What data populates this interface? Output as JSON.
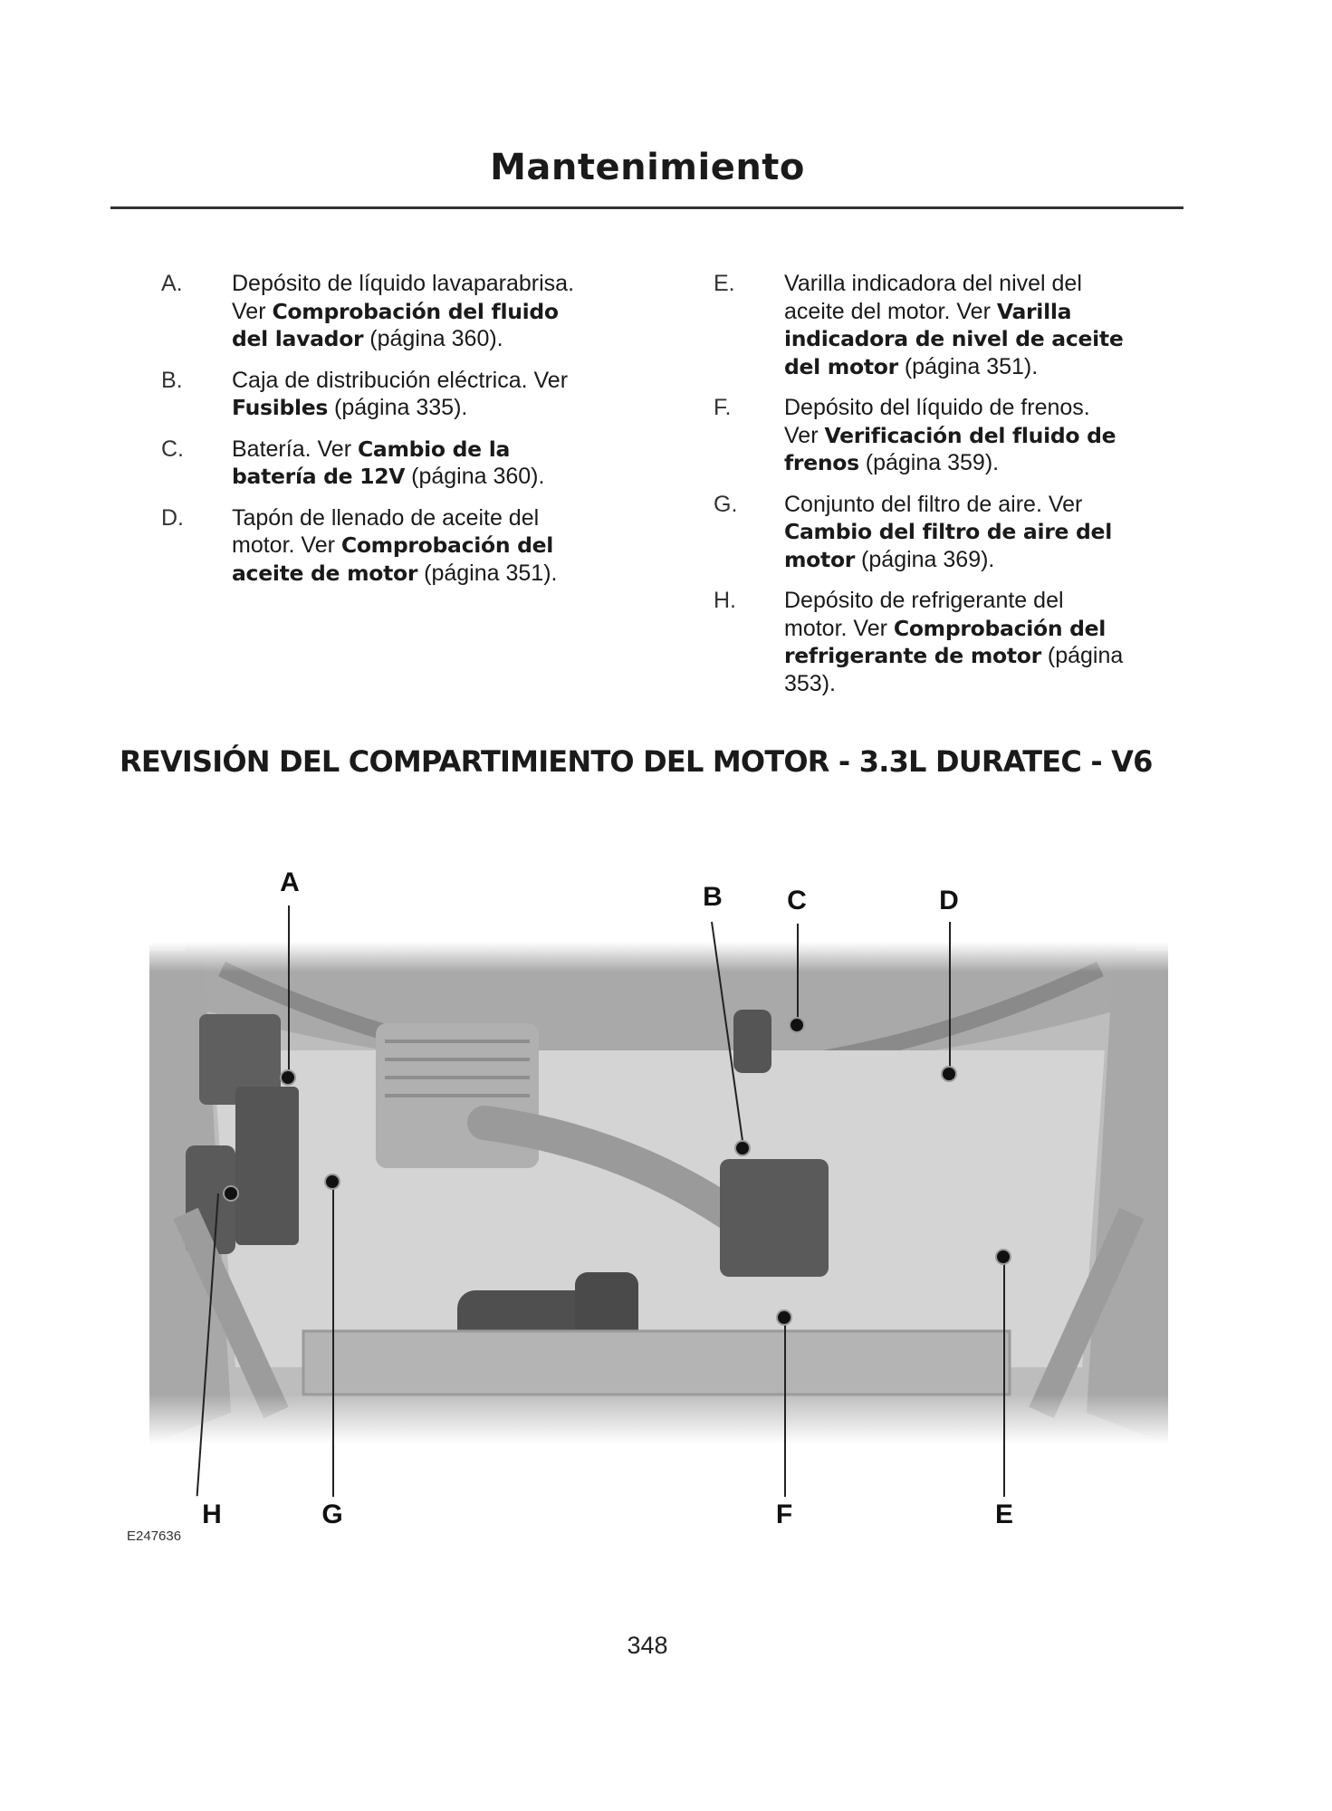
{
  "header": {
    "title": "Mantenimiento"
  },
  "legend": {
    "left": [
      {
        "letter": "A.",
        "text": "Depósito de líquido lavaparabrisa.  Ver ",
        "bold": "Comprobación del fluido del lavador",
        "tail": " (página 360)."
      },
      {
        "letter": "B.",
        "text": "Caja de distribución eléctrica. Ver ",
        "bold": "Fusibles",
        "tail": " (página 335)."
      },
      {
        "letter": "C.",
        "text": "Batería. Ver ",
        "bold": "Cambio de la batería de 12V",
        "tail": "  (página 360)."
      },
      {
        "letter": "D.",
        "text": "Tapón de llenado de aceite del motor. Ver ",
        "bold": "Comprobación del aceite de motor",
        "tail": " (página 351)."
      }
    ],
    "right": [
      {
        "letter": "E.",
        "text": "Varilla indicadora del nivel del aceite del motor. Ver ",
        "bold": "Varilla indicadora de nivel de aceite del motor",
        "tail": " (página 351)."
      },
      {
        "letter": "F.",
        "text": "Depósito del líquido de frenos. Ver ",
        "bold": "Verificación del fluido de frenos",
        "tail": " (página 359)."
      },
      {
        "letter": "G.",
        "text": "Conjunto del filtro de aire.  Ver ",
        "bold": "Cambio del filtro de aire del motor",
        "tail": "  (página 369)."
      },
      {
        "letter": "H.",
        "text": "Depósito de refrigerante del motor. Ver ",
        "bold": "Comprobación del refrigerante de motor",
        "tail": " (página 353)."
      }
    ]
  },
  "section": {
    "heading": "REVISIÓN DEL COMPARTIMIENTO DEL MOTOR - 3.3L DURATEC - V6"
  },
  "figure": {
    "description": "Engine compartment illustration with callouts",
    "callouts": {
      "A": "A",
      "B": "B",
      "C": "C",
      "D": "D",
      "E": "E",
      "F": "F",
      "G": "G",
      "H": "H"
    },
    "code": "E247636"
  },
  "footer": {
    "page_number": "348"
  }
}
